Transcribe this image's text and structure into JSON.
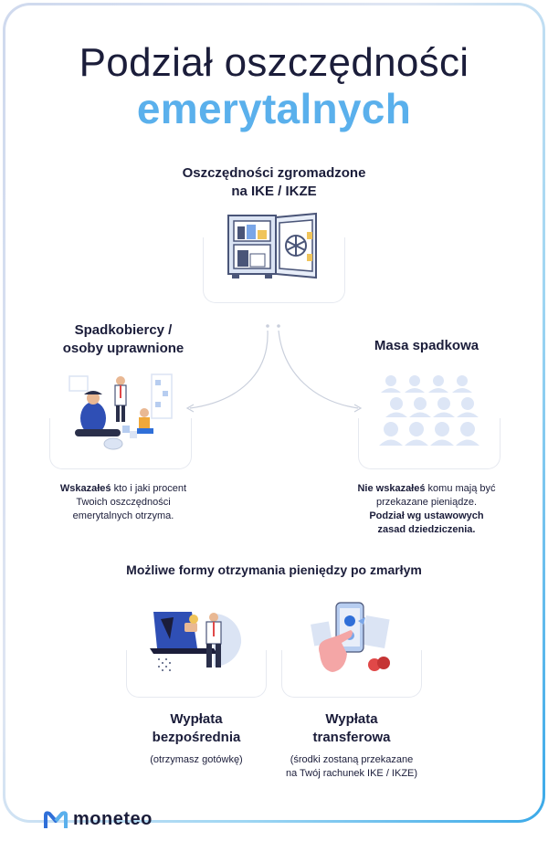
{
  "title": {
    "line1": "Podział oszczędności",
    "line2": "emerytalnych"
  },
  "top": {
    "line1": "Oszczędności zgromadzone",
    "line2": "na IKE / IKZE",
    "icon": "safe-icon"
  },
  "left": {
    "heading_line1": "Spadkobiercy /",
    "heading_line2": "osoby uprawnione",
    "desc_bold": "Wskazałeś",
    "desc_rest1": " kto i jaki procent",
    "desc_line2": "Twoich oszczędności",
    "desc_line3": "emerytalnych otrzyma.",
    "icon": "family-icon"
  },
  "right": {
    "heading": "Masa spadkowa",
    "desc_bold1": "Nie wskazałeś",
    "desc_rest1": " komu mają być",
    "desc_line2": "przekazane pieniądze.",
    "desc_bold2_line1": "Podział wg ustawowych",
    "desc_bold2_line2": "zasad dziedziczenia.",
    "icon": "people-grid-icon"
  },
  "forms": {
    "heading": "Możliwe formy otrzymania pieniędzy po zmarłym",
    "direct": {
      "line1": "Wypłata",
      "line2": "bezpośrednia",
      "note": "(otrzymasz gotówkę)",
      "icon": "laptop-cash-icon"
    },
    "transfer": {
      "line1": "Wypłata",
      "line2": "transferowa",
      "note_line1": "(środki zostaną przekazane",
      "note_line2": "na Twój rachunek IKE / IKZE)",
      "icon": "phone-transfer-icon"
    }
  },
  "brand": {
    "name": "moneteo",
    "icon": "moneteo-logo-icon"
  },
  "colors": {
    "accent": "#5ab0ec",
    "dark": "#1b1d3a",
    "light_blue": "#dfe6f5",
    "red": "#e04848"
  }
}
